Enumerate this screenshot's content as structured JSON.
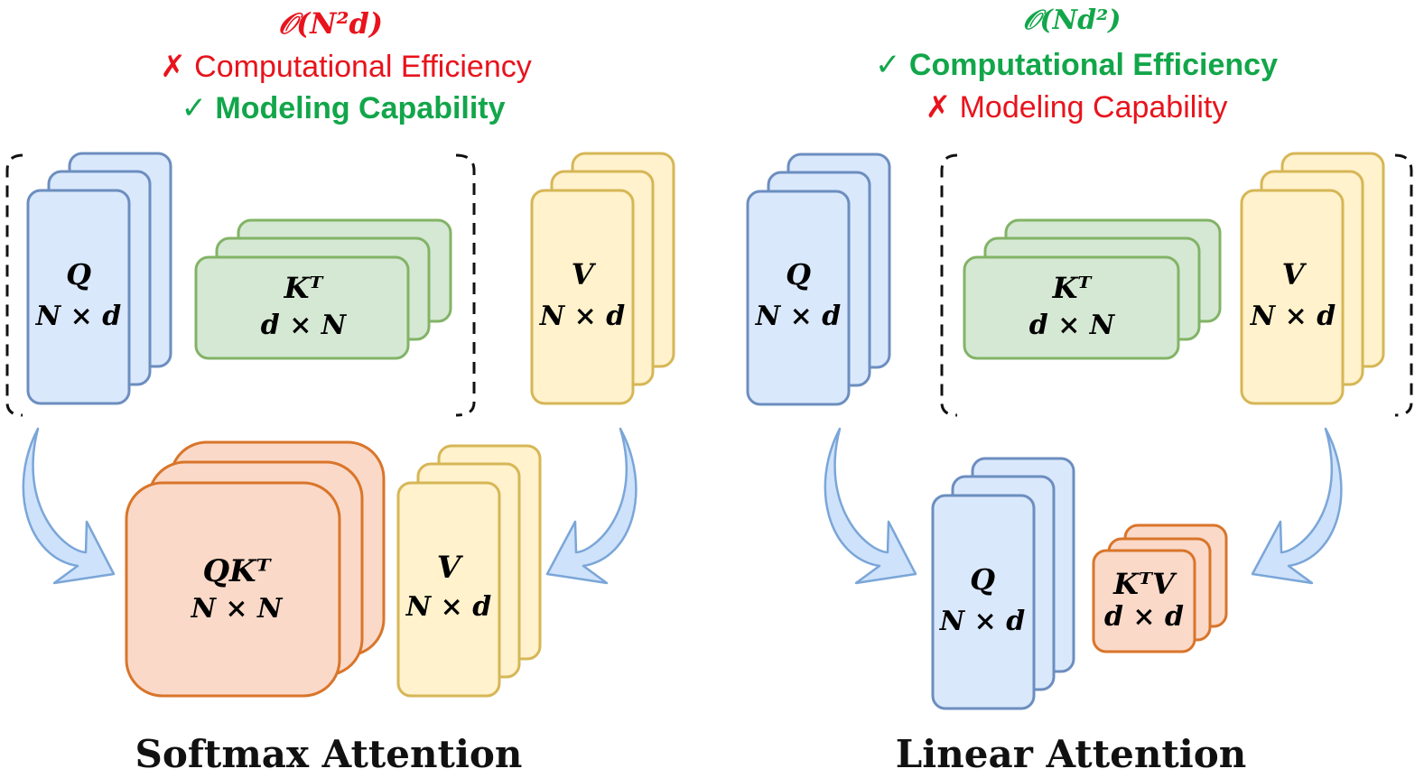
{
  "colors": {
    "blue_fill": "#dae8fc",
    "blue_stroke": "#6c8ebf",
    "green_fill": "#d5e8d4",
    "green_stroke": "#82b366",
    "yellow_fill": "#fff2cc",
    "yellow_stroke": "#d6b656",
    "orange_fill": "#fad9c8",
    "orange_stroke": "#d9752a",
    "good": "#12a64a",
    "bad": "#e8131c",
    "arrow_fill": "#cfe2fb",
    "arrow_stroke": "#7aa6d8"
  },
  "softmax": {
    "complexity": "𝒪(N²d)",
    "line1": "✗ Computational Efficiency",
    "line2": "✓ Modeling Capability",
    "q_name": "Q",
    "q_dims": "N × d",
    "k_name": "Kᵀ",
    "k_dims": "d × N",
    "v_name": "V",
    "v_dims": "N × d",
    "qk_name": "QKᵀ",
    "qk_dims": "N × N",
    "v2_name": "V",
    "v2_dims": "N × d",
    "title": "Softmax Attention"
  },
  "linear": {
    "complexity": "𝒪(Nd²)",
    "line1": "✓ Computational Efficiency",
    "line2": "✗ Modeling Capability",
    "q_name": "Q",
    "q_dims": "N × d",
    "k_name": "Kᵀ",
    "k_dims": "d × N",
    "v_name": "V",
    "v_dims": "N × d",
    "q2_name": "Q",
    "q2_dims": "N × d",
    "kv_name": "KᵀV",
    "kv_dims": "d × d",
    "title": "Linear Attention"
  }
}
